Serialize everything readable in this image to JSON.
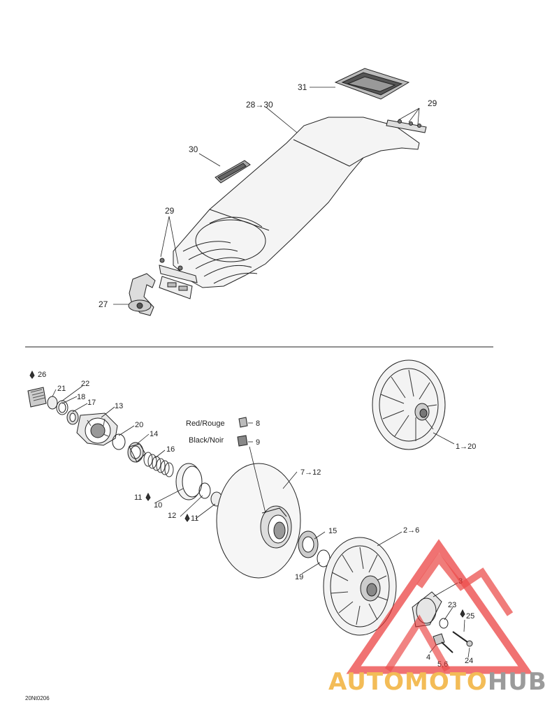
{
  "diagram": {
    "labels_upper": {
      "l31": "31",
      "l28_30": "28→30",
      "l29_top": "29",
      "l30": "30",
      "l29_left": "29",
      "l27": "27"
    },
    "labels_lower": {
      "l26": "26",
      "l21": "21",
      "l22": "22",
      "l18": "18",
      "l17": "17",
      "l13": "13",
      "l20": "20",
      "l14": "14",
      "l16": "16",
      "l11a": "11",
      "l10": "10",
      "l12": "12",
      "l11b": "11",
      "l7_12": "7→12",
      "l15": "15",
      "l19": "19",
      "l2_6": "2→6",
      "l3": "3",
      "l23": "23",
      "l25": "25",
      "l4": "4",
      "l5_6": "5,6",
      "l24": "24",
      "l1_20": "1→20",
      "l8": "8",
      "l9": "9",
      "red_text": "Red/Rouge",
      "black_text": "Black/Noir"
    },
    "drawing_code": "20Nt0206"
  },
  "watermark": {
    "part1": "AUTO",
    "part2": "MOTO",
    "part3": "HUB",
    "color_orange": "#f2b13a",
    "color_gray": "#8a8a8a",
    "color_red": "#e8312f"
  }
}
